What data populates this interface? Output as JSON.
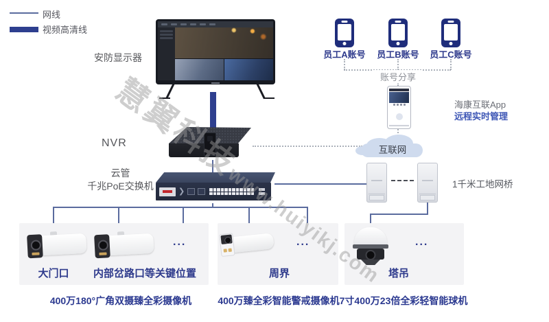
{
  "legend": {
    "items": [
      {
        "label": "网线",
        "style": "thin-line"
      },
      {
        "label": "视频高清线",
        "style": "thick-line"
      }
    ]
  },
  "colors": {
    "accent_navy": "#2e3a8c",
    "thick_cable": "#2e3f8f",
    "connector_line": "#5a6b9e",
    "link_blue": "#3d56b5",
    "cloud_fill": "#cfdbee",
    "group_background": "#f3f3f5"
  },
  "monitor": {
    "label": "安防显示器"
  },
  "accounts": {
    "phones": [
      {
        "label": "员工A账号"
      },
      {
        "label": "员工B账号"
      },
      {
        "label": "员工C账号"
      }
    ],
    "share_label": "账号分享"
  },
  "app": {
    "name": "海康互联App",
    "feature": "远程实时管理"
  },
  "internet": {
    "label": "互联网"
  },
  "nvr": {
    "label": "NVR"
  },
  "switch": {
    "label_line1": "云管",
    "label_line2": "千兆PoE交换机"
  },
  "bridge": {
    "label": "1千米工地网桥"
  },
  "ellipsis": "...",
  "camera_groups": [
    {
      "locations": [
        "大门口",
        "内部岔路口等关键位置"
      ],
      "caption": "400万180°广角双摄臻全彩摄像机"
    },
    {
      "locations": [
        "周界"
      ],
      "caption": "400万臻全彩智能警戒摄像机"
    },
    {
      "locations": [
        "塔吊"
      ],
      "caption": "7寸400万23倍全彩轻智能球机"
    }
  ],
  "watermark": {
    "cn": "慧翼科技",
    "en": "www.huiyikj.com"
  }
}
